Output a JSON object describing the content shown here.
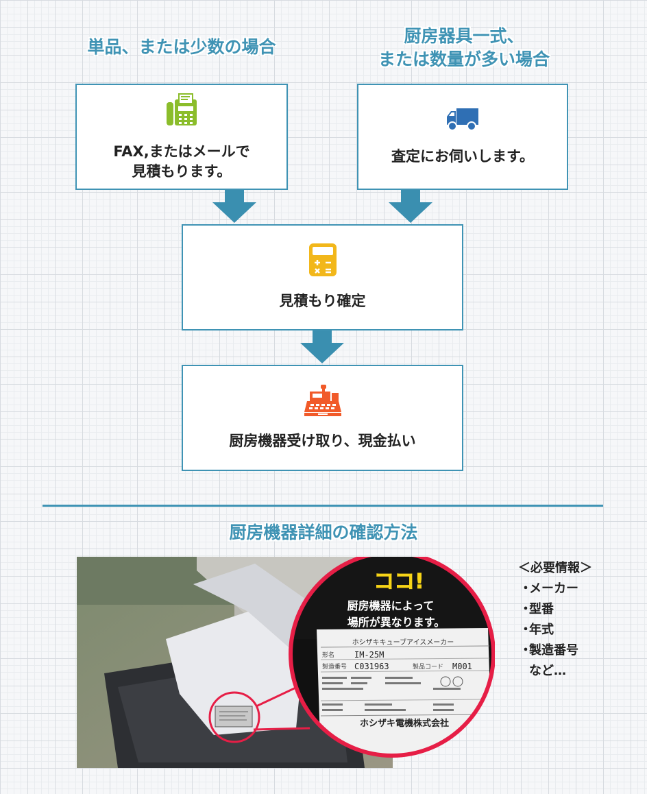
{
  "headings": {
    "left": "単品、または少数の場合",
    "right_line1": "厨房器具一式、",
    "right_line2": "または数量が多い場合",
    "confirm": "厨房機器詳細の確認方法"
  },
  "steps": {
    "fax_line1": "FAX,またはメールで",
    "fax_line2": "見積もります。",
    "visit": "査定にお伺いします。",
    "estimate": "見積もり確定",
    "cash": "厨房機器受け取り、現金払い"
  },
  "photo": {
    "callout_title": "ココ!",
    "callout_line1": "厨房機器によって",
    "callout_line2": "場所が異なります。",
    "label_company_top": "ホシザキキューブアイスメーカー",
    "label_model_key": "形名",
    "label_model": "IM-25M",
    "label_serial_key": "製造番号",
    "label_serial": "C031963",
    "label_code_key": "製品コード",
    "label_code": "M001",
    "label_maker": "ホシザキ電機株式会社"
  },
  "info": {
    "title": "＜必要情報＞",
    "items": [
      "メーカー",
      "型番",
      "年式",
      "製造番号"
    ],
    "etc": "など…"
  },
  "colors": {
    "accent": "#3f93b4",
    "fax_icon": "#8bbd2b",
    "truck_icon": "#2f6fb4",
    "calc_icon": "#f2b71a",
    "register_icon": "#f15a29",
    "circle": "#e61e46"
  },
  "icons": [
    "fax-icon",
    "truck-icon",
    "calculator-icon",
    "cash-register-icon",
    "down-arrow-icon"
  ]
}
